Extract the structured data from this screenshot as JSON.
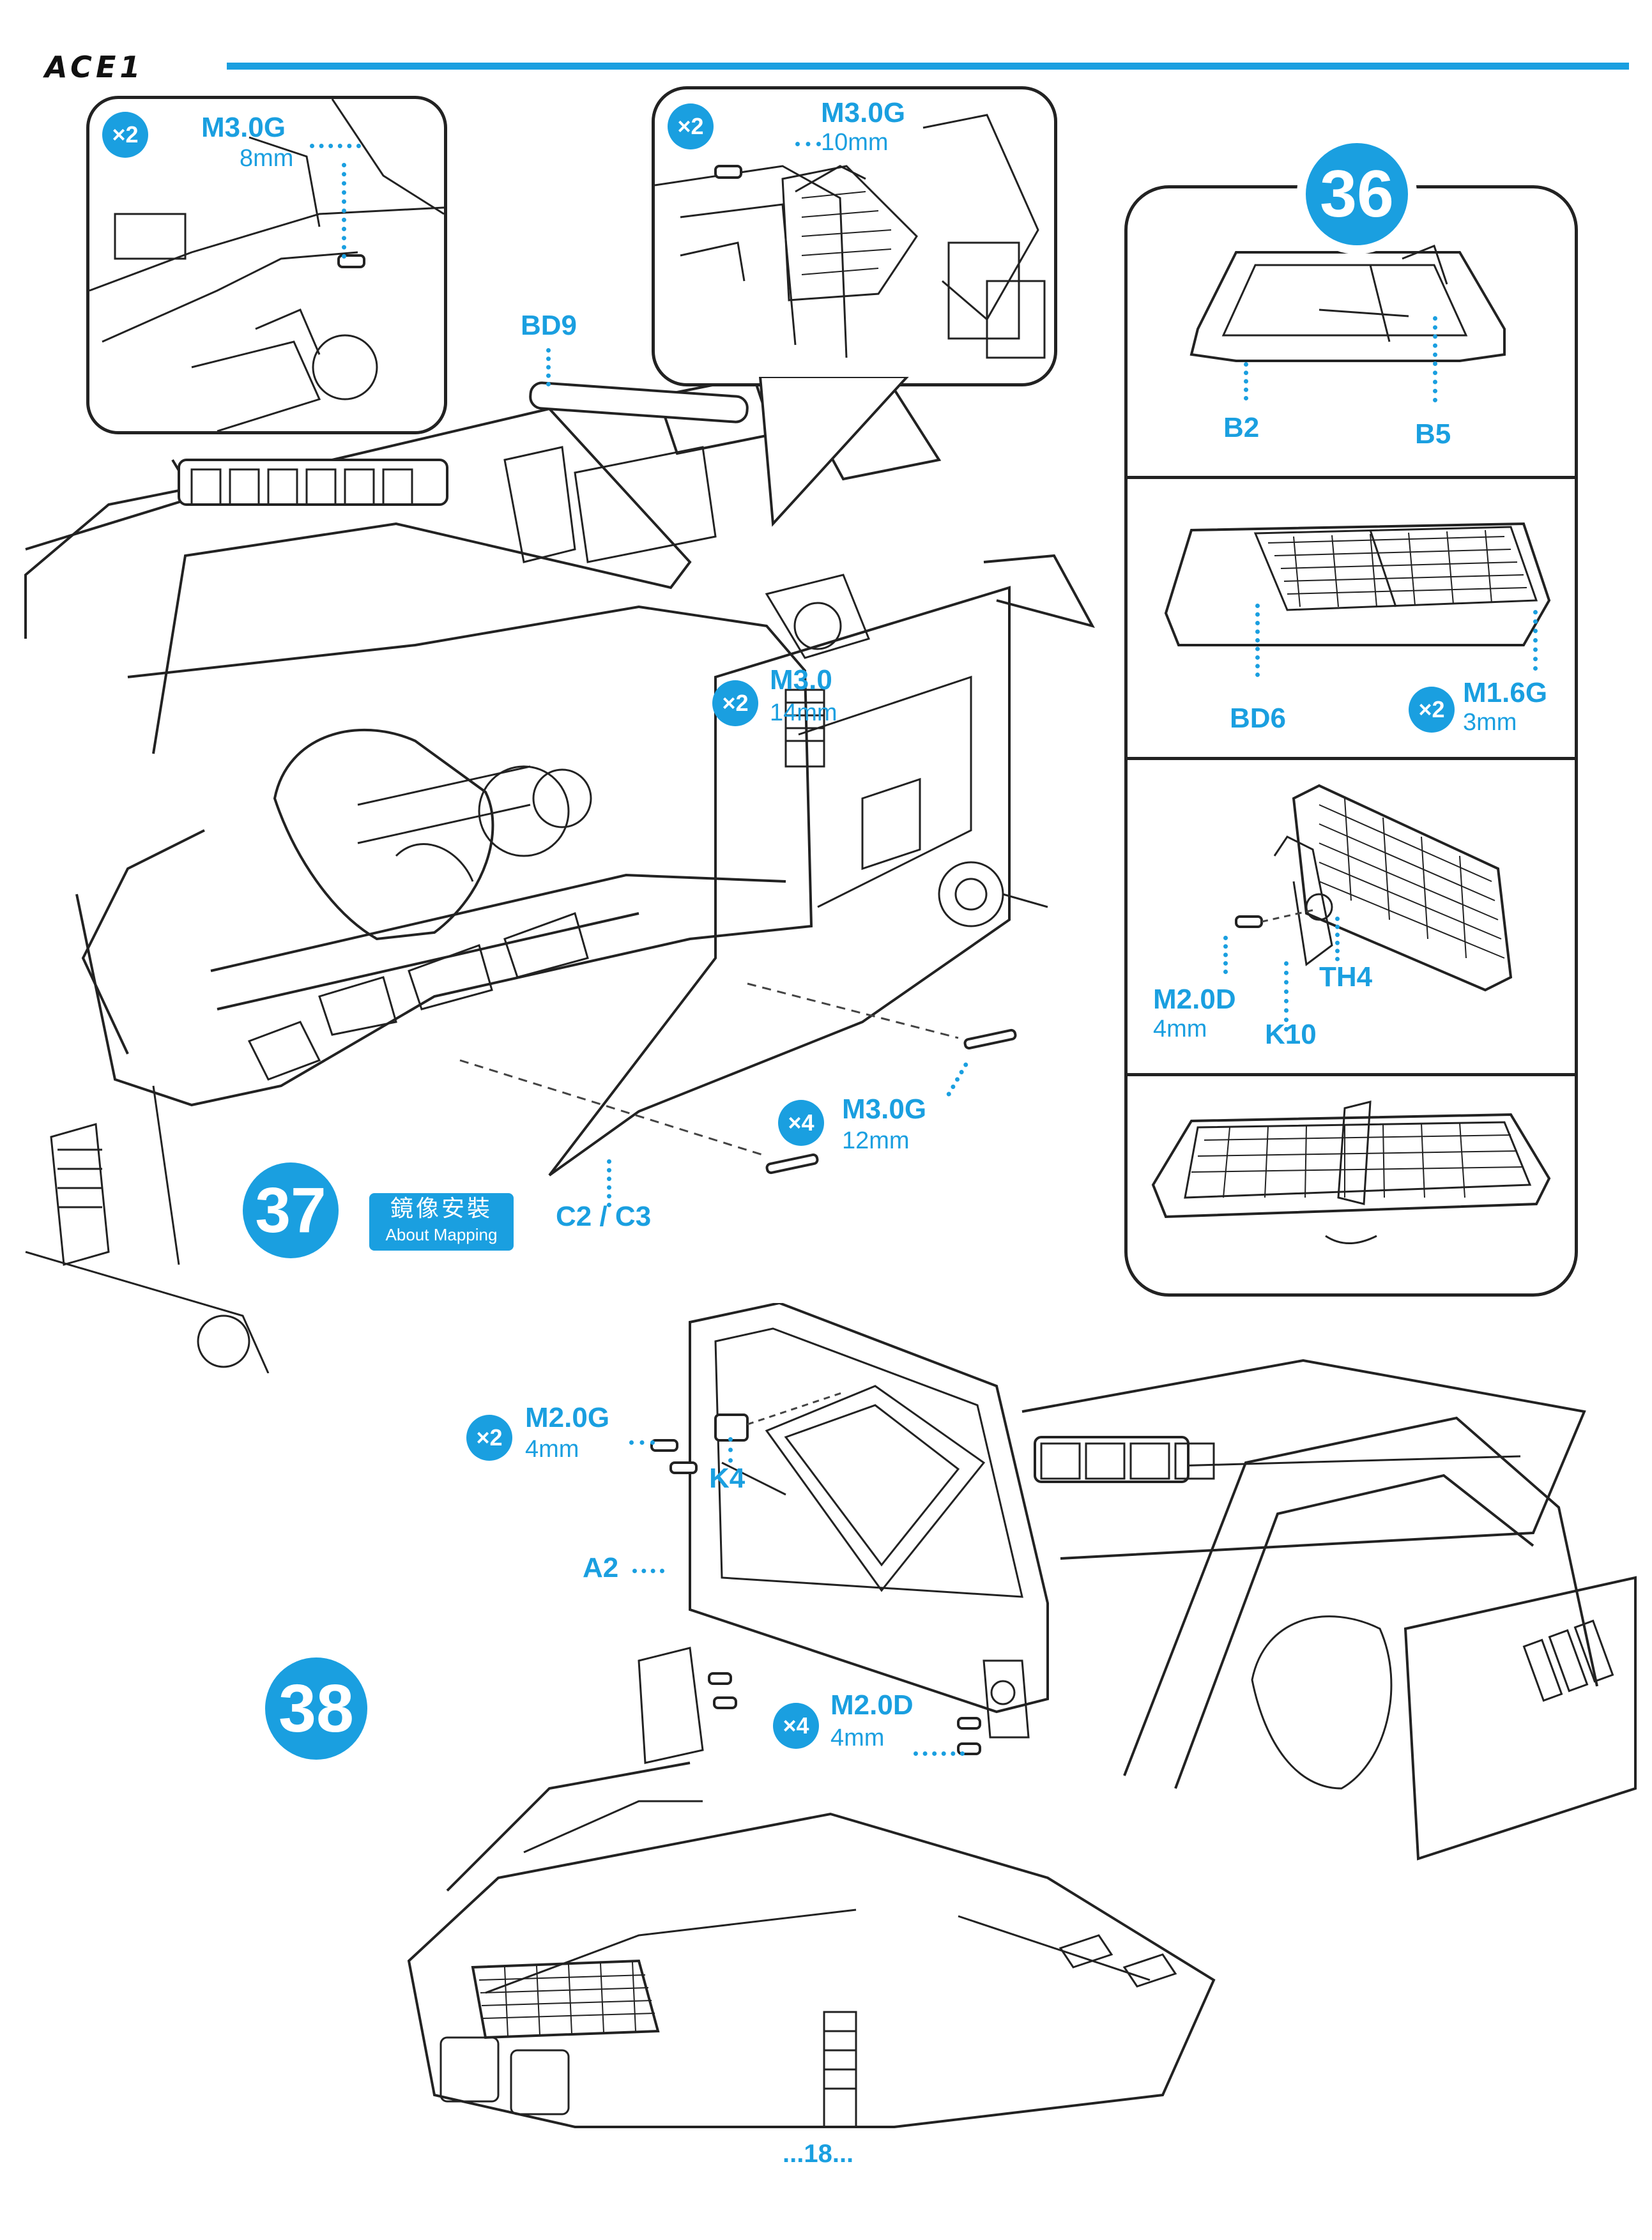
{
  "header": {
    "logo": "ACE1"
  },
  "footer": {
    "page": "...18..."
  },
  "colors": {
    "accent": "#1a9fe0",
    "line": "#222222"
  },
  "step37": {
    "number": "37",
    "title_cn": "鏡像安裝",
    "title_en": "About Mapping",
    "inset_left": {
      "qty": "×2",
      "part": "M3.0G",
      "size": "8mm"
    },
    "inset_right": {
      "qty": "×2",
      "part": "M3.0G",
      "size": "10mm"
    },
    "labels": {
      "bd9": "BD9",
      "c2c3": "C2 / C3"
    },
    "shock_screw": {
      "qty": "×2",
      "part": "M3.0",
      "size": "14mm"
    },
    "side_screw": {
      "qty": "×4",
      "part": "M3.0G",
      "size": "12mm"
    }
  },
  "step36": {
    "number": "36",
    "p1": {
      "a": "B2",
      "b": "B5"
    },
    "p2": {
      "part": "BD6",
      "qty": "×2",
      "screw": "M1.6G",
      "size": "3mm"
    },
    "p3": {
      "screw": "M2.0D",
      "size": "4mm",
      "a": "K10",
      "b": "TH4"
    }
  },
  "step38": {
    "number": "38",
    "s1": {
      "qty": "×2",
      "part": "M2.0G",
      "size": "4mm"
    },
    "k4": "K4",
    "a2": "A2",
    "s2": {
      "qty": "×4",
      "part": "M2.0D",
      "size": "4mm"
    }
  }
}
